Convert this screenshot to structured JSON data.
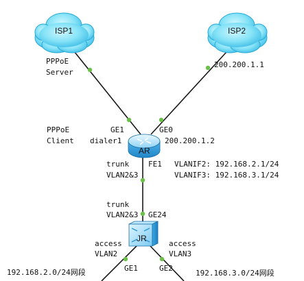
{
  "nodes": {
    "isp1": "ISP1",
    "isp2": "ISP2",
    "ar": "AR",
    "jr": "JR"
  },
  "labels": {
    "pppoe_server_1": "PPPoE",
    "pppoe_server_2": "Server",
    "isp2_ip": "200.200.1.1",
    "pppoe_client_1": "PPPoE",
    "pppoe_client_2": "Client",
    "ar_ge1": "GE1",
    "ar_dialer": "dialer1",
    "ar_ge0": "GE0",
    "ar_ip": "200.200.1.2",
    "ar_trunk": "trunk",
    "ar_vlan": "VLAN2&3",
    "ar_fe1": "FE1",
    "vlanif2": "VLANIF2: 192.168.2.1/24",
    "vlanif3": "VLANIF3: 192.168.3.1/24",
    "jr_trunk": "trunk",
    "jr_vlan": "VLAN2&3",
    "jr_ge24": "GE24",
    "access_left": "access",
    "vlan2": "VLAN2",
    "access_right": "access",
    "vlan3": "VLAN3",
    "jr_ge1": "GE1",
    "jr_ge2": "GE2",
    "net_left": "192.168.2.0/24网段",
    "net_right": "192.168.3.0/24网段"
  },
  "colors": {
    "cloud_fill": "#7fe3f7",
    "cloud_edge": "#2aa9d8",
    "link": "#1a1a1a",
    "port_dot": "#6cc04a",
    "router_body": "#5ab7ea",
    "switch_body": "#6cc3ef"
  }
}
